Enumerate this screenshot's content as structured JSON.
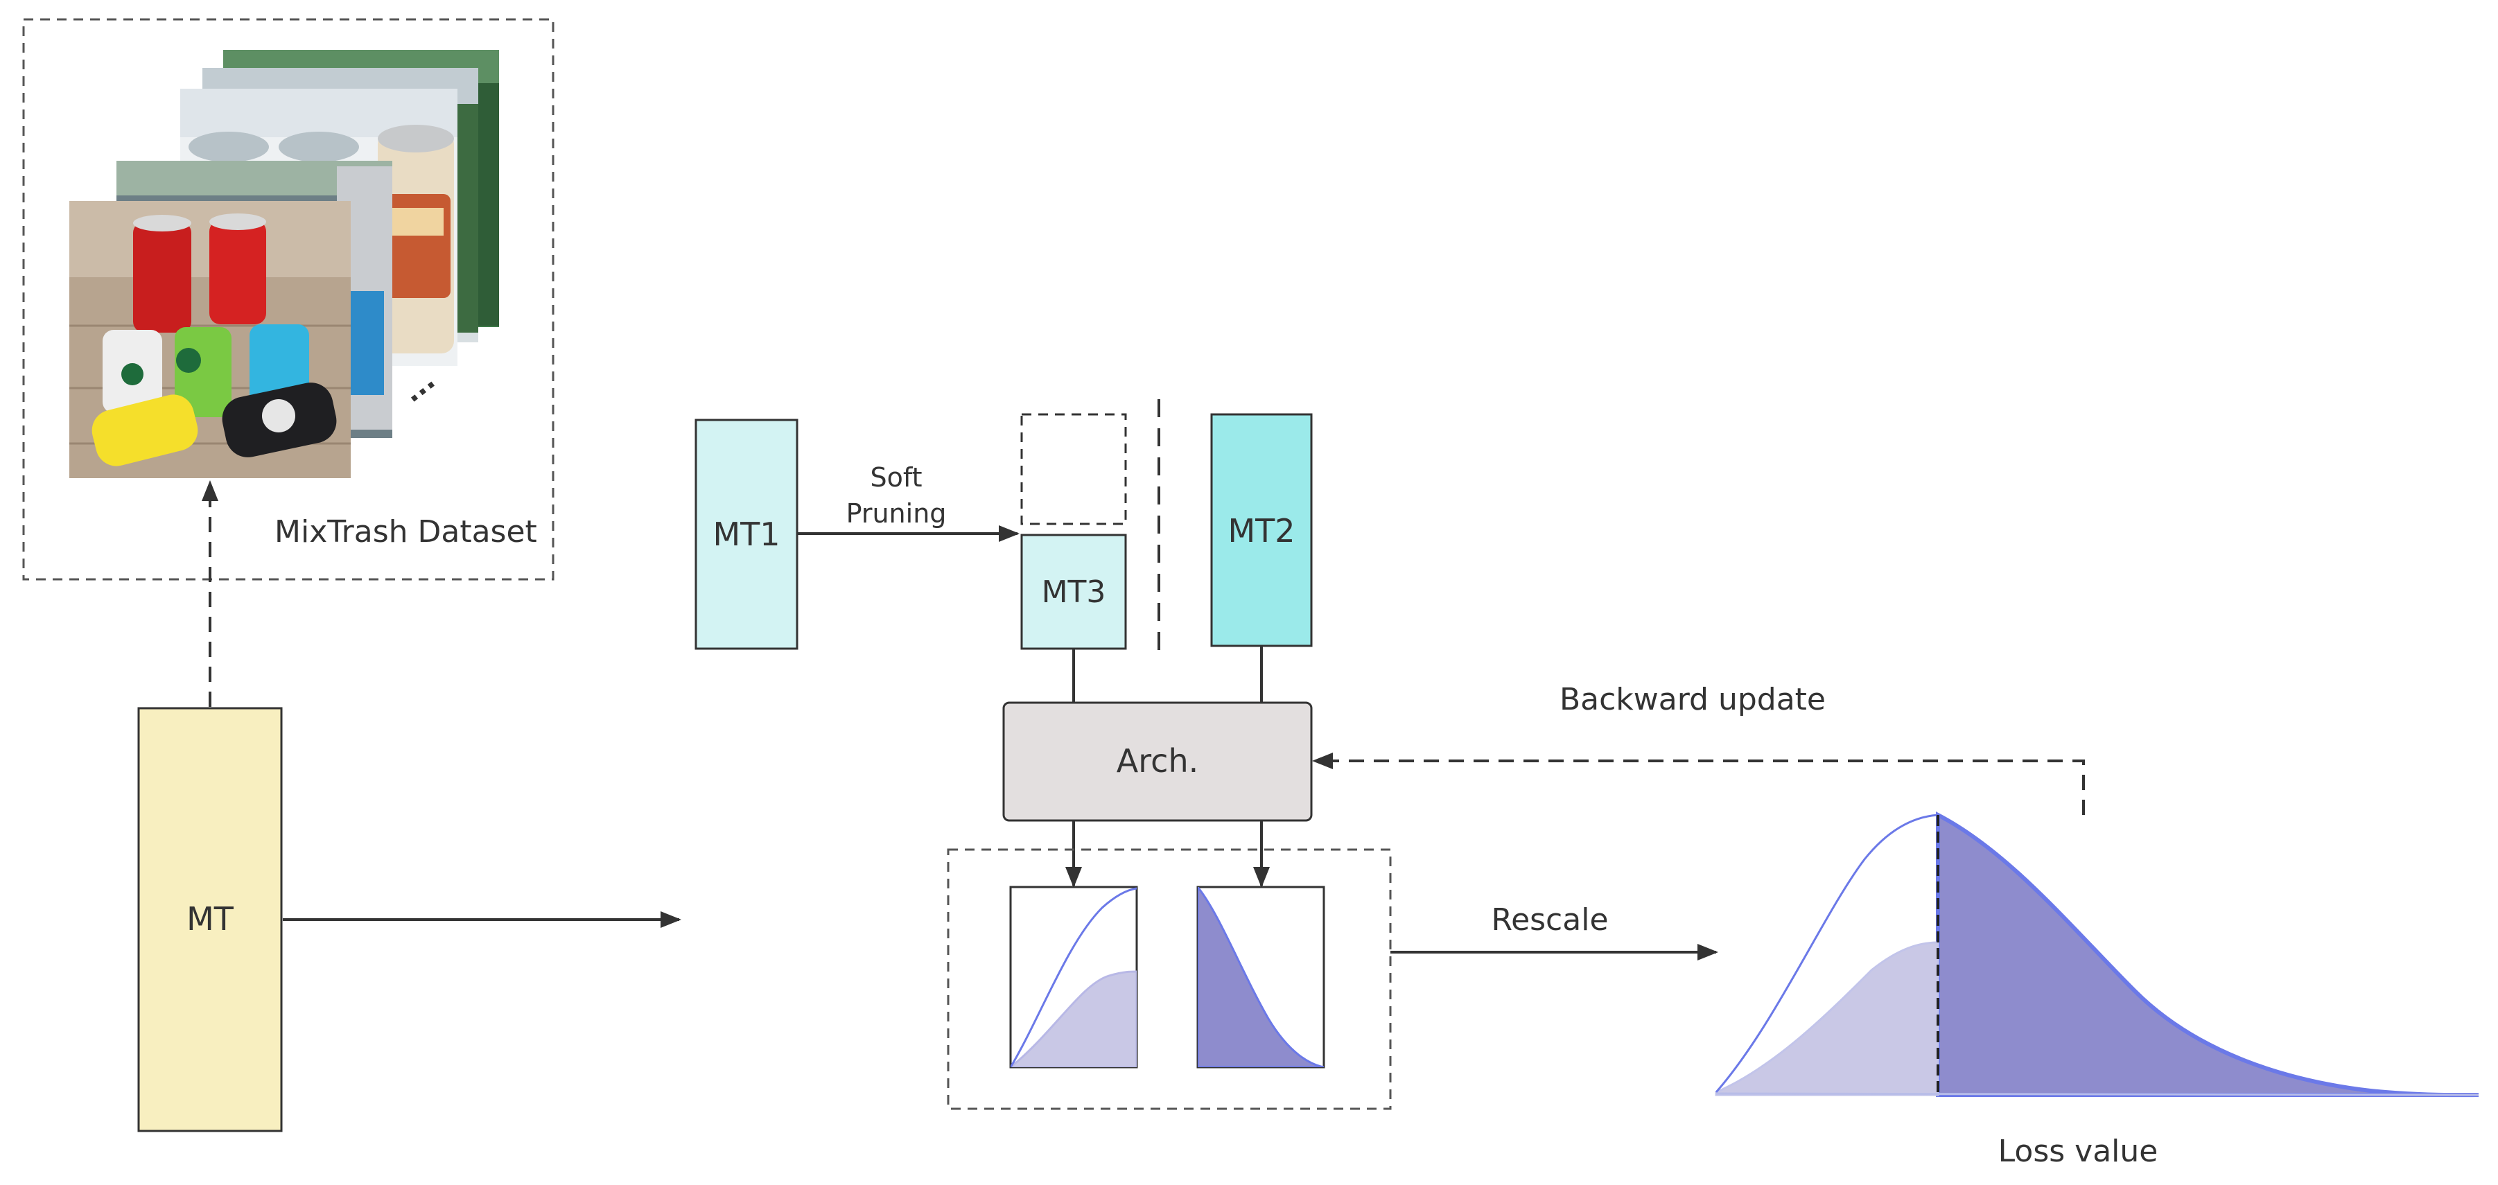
{
  "dataset": {
    "label": "MixTrash Dataset",
    "more_marker": "..."
  },
  "blocks": {
    "mt": "MT",
    "mt1": "MT1",
    "mt2": "MT2",
    "mt3": "MT3",
    "arch": "Arch."
  },
  "edges": {
    "soft_pruning_line1": "Soft",
    "soft_pruning_line2": "Pruning",
    "backward_update": "Backward update",
    "rescale": "Rescale"
  },
  "distribution": {
    "axis_label": "Loss value"
  },
  "colors": {
    "mt_fill": "#f8efc0",
    "mt1_fill": "#d3f3f3",
    "mt3_fill": "#d3f3f3",
    "mt2_fill": "#9beaea",
    "arch_fill": "#e3dfdf",
    "curve_line": "#6b79e8",
    "light_fill": "#c9c8e6",
    "dark_fill": "#8e8ccd",
    "arrow": "#333333"
  }
}
